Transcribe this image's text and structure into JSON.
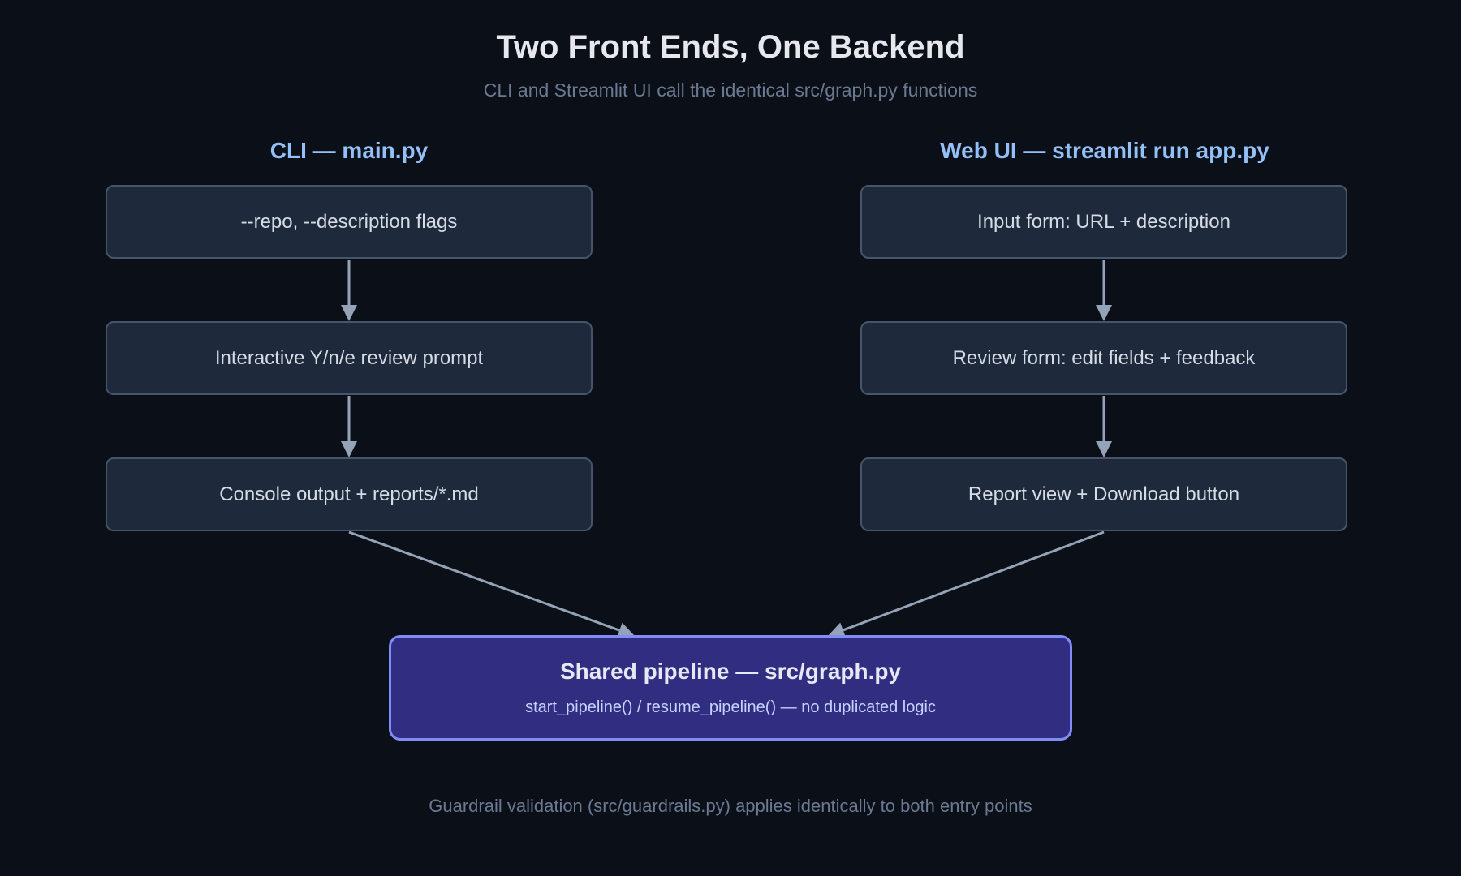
{
  "diagram": {
    "title": "Two Front Ends, One Backend",
    "subtitle": "CLI and Streamlit UI call the identical src/graph.py functions",
    "columns": [
      {
        "heading": "CLI — main.py",
        "nodes": [
          "--repo, --description flags",
          "Interactive Y/n/e review prompt",
          "Console output + reports/*.md"
        ]
      },
      {
        "heading": "Web UI — streamlit run app.py",
        "nodes": [
          "Input form: URL + description",
          "Review form: edit fields + feedback",
          "Report view + Download button"
        ]
      }
    ],
    "shared": {
      "title": "Shared pipeline — src/graph.py",
      "subtitle": "start_pipeline() / resume_pipeline() — no duplicated logic"
    },
    "footer": "Guardrail validation (src/guardrails.py) applies identically to both entry points"
  },
  "colors": {
    "background": "#0b0f18",
    "node_fill": "#1e293b",
    "node_border": "#475569",
    "shared_fill": "#312e81",
    "shared_border": "#818cf8",
    "heading": "#93c0f7",
    "edge": "#94a3b8"
  }
}
